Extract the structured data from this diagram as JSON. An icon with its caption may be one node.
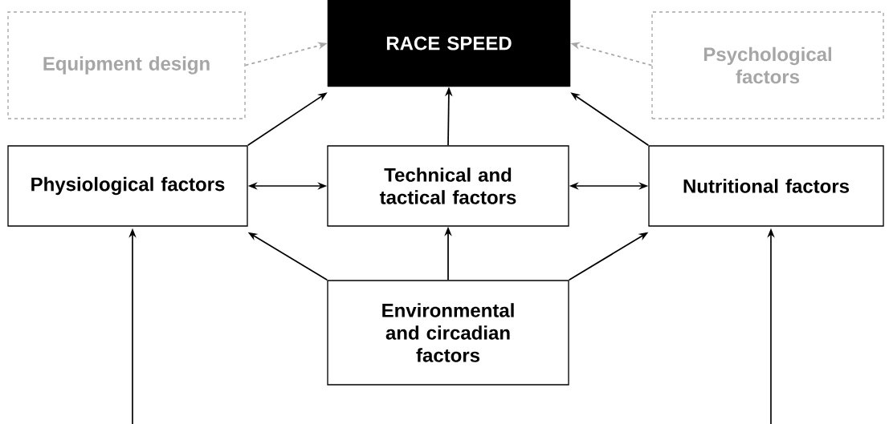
{
  "diagram": {
    "nodes": [
      {
        "text": [
          "RACE SPEED"
        ]
      },
      {
        "text": [
          "Equipment design"
        ]
      },
      {
        "text": [
          "Psychological factors"
        ]
      },
      {
        "text": [
          "Physiological factors"
        ]
      },
      {
        "text": [
          "Technical and tactical factors"
        ]
      },
      {
        "text": [
          "Nutritional factors"
        ]
      },
      {
        "text": [
          "Environmental and circadian factors"
        ]
      }
    ],
    "edges": [
      {
        "from": 1,
        "to": 0,
        "arrow": "to",
        "style": "dashed",
        "color": "#a6a6a6"
      },
      {
        "from": 2,
        "to": 0,
        "arrow": "to",
        "style": "dashed",
        "color": "#a6a6a6"
      },
      {
        "from": 3,
        "to": 0,
        "arrow": "to"
      },
      {
        "from": 4,
        "to": 0,
        "arrow": "to"
      },
      {
        "from": 5,
        "to": 0,
        "arrow": "to"
      },
      {
        "from": 3,
        "to": 4,
        "arrow": "both"
      },
      {
        "from": 4,
        "to": 5,
        "arrow": "both"
      },
      {
        "from": 6,
        "to": 3,
        "arrow": "to"
      },
      {
        "from": 6,
        "to": 4,
        "arrow": "to"
      },
      {
        "from": 6,
        "to": 5,
        "arrow": "to"
      },
      {
        "from": null,
        "to": 3,
        "arrow": "to"
      },
      {
        "from": null,
        "to": 5,
        "arrow": "to"
      }
    ]
  }
}
